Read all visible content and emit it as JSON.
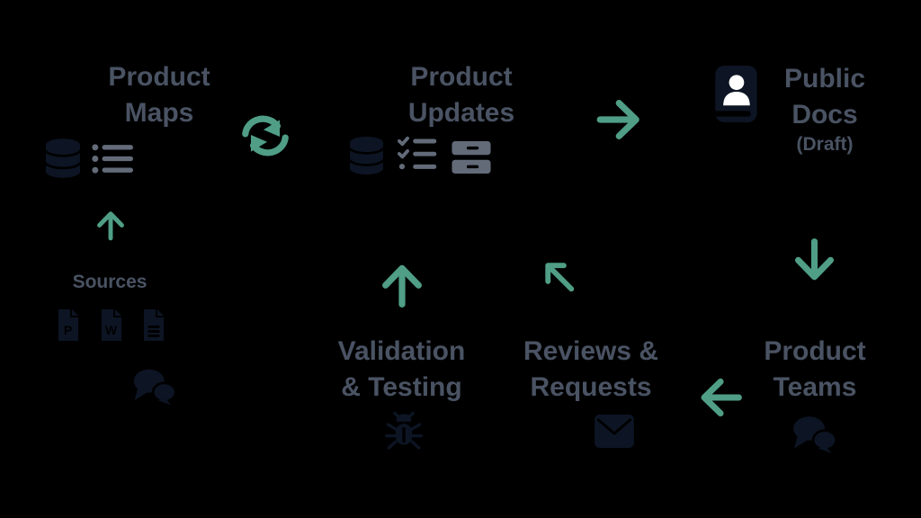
{
  "diagram": {
    "background": "#000000",
    "colors": {
      "title_text": "#4a5363",
      "arrow_green": "#4f9e85",
      "dark_icon": "#0d1524",
      "gray_icon": "#636b79",
      "icon_accent_white": "#ffffff"
    },
    "nodes": {
      "product_maps": {
        "line1": "Product",
        "line2": "Maps",
        "icons": [
          "database-icon",
          "list-icon"
        ]
      },
      "product_updates": {
        "line1": "Product",
        "line2": "Updates",
        "icons": [
          "database-icon",
          "checklist-icon",
          "server-icon"
        ]
      },
      "public_docs": {
        "line1": "Public",
        "line2": "Docs",
        "subtitle": "(Draft)",
        "icons": [
          "contact-book-icon"
        ]
      },
      "product_teams": {
        "line1": "Product",
        "line2": "Teams",
        "icons": [
          "comments-icon"
        ]
      },
      "reviews_requests": {
        "line1": "Reviews &",
        "line2": "Requests",
        "icons": [
          "envelope-icon"
        ]
      },
      "validation_testing": {
        "line1": "Validation",
        "line2": "& Testing",
        "icons": [
          "bug-icon"
        ]
      },
      "sources": {
        "label": "Sources",
        "powerpoint_letter": "P",
        "word_letter": "W",
        "icons": [
          "powerpoint-file-icon",
          "word-file-icon",
          "text-file-icon",
          "comments-icon"
        ]
      }
    },
    "edges": [
      {
        "from": "sources",
        "to": "product_maps",
        "icon": "arrow-up-icon"
      },
      {
        "from": "product_maps",
        "to": "product_updates",
        "icon": "sync-icon",
        "bidirectional": true
      },
      {
        "from": "product_updates",
        "to": "public_docs",
        "icon": "arrow-right-icon"
      },
      {
        "from": "public_docs",
        "to": "product_teams",
        "icon": "arrow-down-icon"
      },
      {
        "from": "product_teams",
        "to": "reviews_requests",
        "icon": "arrow-left-icon"
      },
      {
        "from": "reviews_requests",
        "to": "product_updates",
        "icon": "arrow-up-left-icon"
      },
      {
        "from": "validation_testing",
        "to": "product_updates",
        "icon": "arrow-up-icon"
      }
    ]
  }
}
